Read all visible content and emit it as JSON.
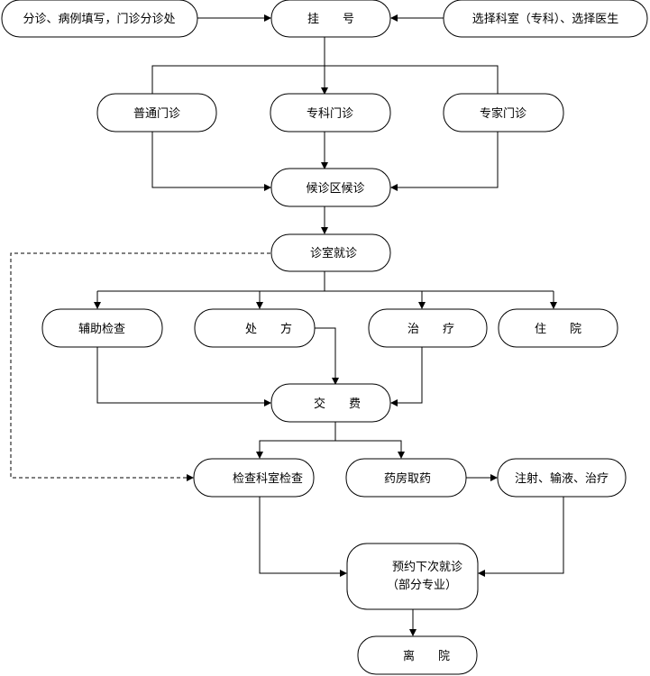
{
  "nodes": {
    "triage": "分诊、病例填写，门诊分诊处",
    "register": "挂　　号",
    "choose_dept": "选择科室（专科）、选择医生",
    "general_clinic": "普通门诊",
    "specialty_clinic": "专科门诊",
    "expert_clinic": "专家门诊",
    "waiting_area": "候诊区候诊",
    "consultation": "诊室就诊",
    "auxiliary_exam": "辅助检查",
    "prescription": "处　　方",
    "treatment": "治　　疗",
    "hospitalization": "住　　院",
    "payment": "交　　费",
    "dept_exam": "检查科室检查",
    "pharmacy": "药房取药",
    "injection": "注射、输液、治疗",
    "next_visit_line1": "预约下次就诊",
    "next_visit_line2": "（部分专业）",
    "leave": "离　　院"
  }
}
